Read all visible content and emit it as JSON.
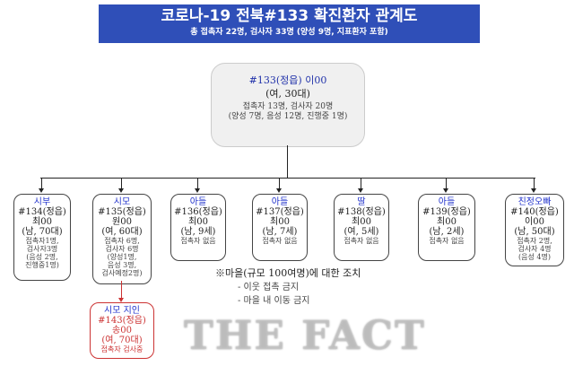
{
  "title": {
    "main": "코로나-19 전북#133 확진환자 관계도",
    "sub": "총 접촉자 22명, 검사자 33명 (양성 9명, 지표환자 포함)"
  },
  "root": {
    "id": "#133(정읍) 이00",
    "age": "(여, 30대)",
    "l1": "접촉자 13명, 검사자 20명",
    "l2": "(양성 7명, 음성 12명, 진행중 1명)"
  },
  "nodes": [
    {
      "rel": "시부",
      "id": "#134(정읍)",
      "name": "최00",
      "age": "(남, 70대)",
      "lines": [
        "접촉자1명,",
        "검사자3명",
        "(음성 2명,",
        "진행중1명)"
      ]
    },
    {
      "rel": "시모",
      "id": "#135(정읍)",
      "name": "원00",
      "age": "(여, 60대)",
      "lines": [
        "접촉자 6명,",
        "검사자 6명",
        "(양성1명,",
        "음성 3명,",
        "검사예정2명)"
      ]
    },
    {
      "rel": "아들",
      "id": "#136(정읍)",
      "name": "최00",
      "age": "(남, 9세)",
      "lines": [
        "접촉자 없음"
      ]
    },
    {
      "rel": "아들",
      "id": "#137(정읍)",
      "name": "최00",
      "age": "(남, 7세)",
      "lines": [
        "접촉자 없음"
      ]
    },
    {
      "rel": "딸",
      "id": "#138(정읍)",
      "name": "최00",
      "age": "(여, 5세)",
      "lines": [
        "접촉자 없음"
      ]
    },
    {
      "rel": "아들",
      "id": "#139(정읍)",
      "name": "최00",
      "age": "(남, 2세)",
      "lines": [
        "접촉자 없음"
      ]
    },
    {
      "rel": "친정오빠",
      "id": "#140(정읍)",
      "name": "이00",
      "age": "(남, 50대)",
      "lines": [
        "접촉자 2명,",
        "검사자 4명",
        "(음성 4명)"
      ]
    }
  ],
  "sub_node": {
    "rel": "시모 지인",
    "id": "#143(정읍)",
    "name": "송00",
    "age": "(여, 70대)",
    "lines": [
      "접촉자 검사중"
    ]
  },
  "note": {
    "title": "※마을(규모 100여명)에 대한 조치",
    "items": [
      "- 이웃 접촉 금지",
      "- 마을 내 이동 금지"
    ]
  },
  "watermark": "THE FACT"
}
